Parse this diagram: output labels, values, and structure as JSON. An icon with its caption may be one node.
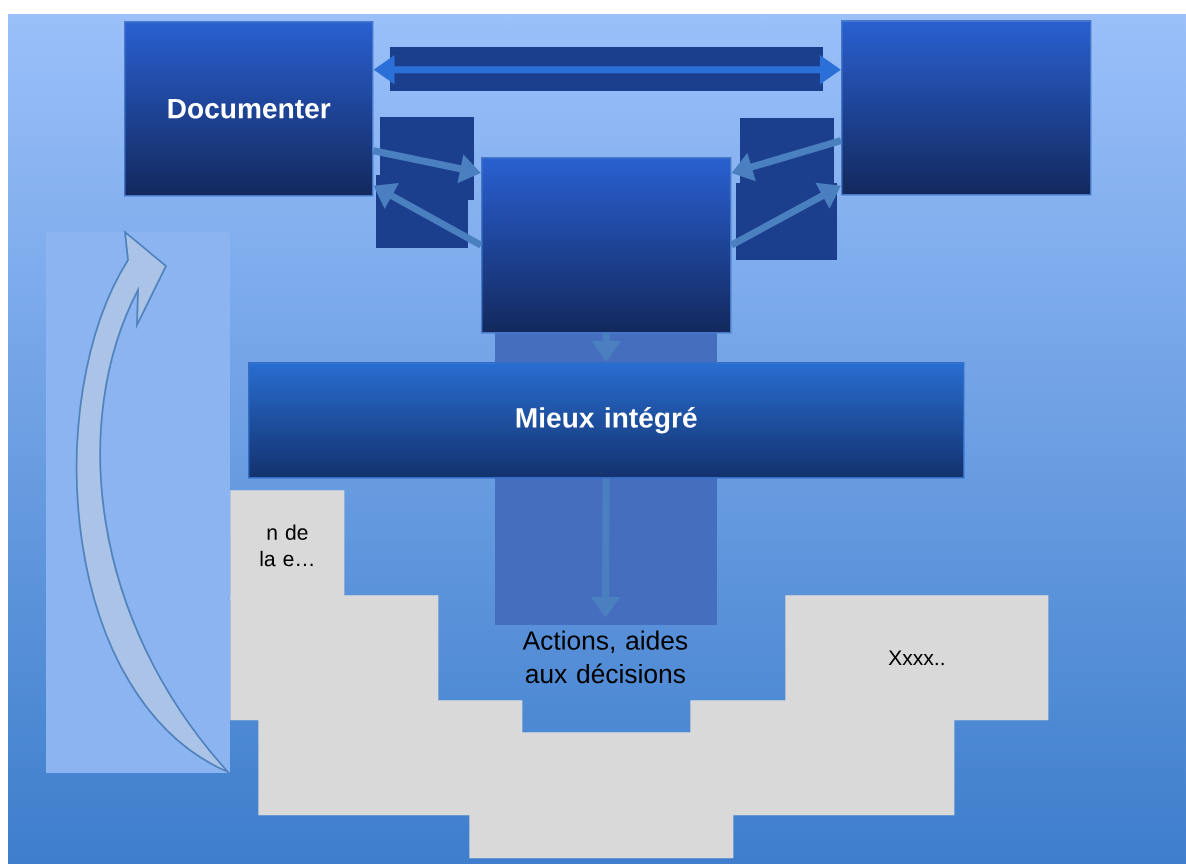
{
  "diagram": {
    "nodes": [
      {
        "text": [
          "Documenter"
        ]
      },
      {
        "text": [],
        "shape": "box"
      },
      {
        "text": [],
        "shape": "box"
      },
      {
        "text": [
          "Mieux intégré"
        ]
      },
      {
        "text": [
          "n de la e…"
        ]
      },
      {
        "text": [
          "Actions, aides aux décisions"
        ]
      },
      {
        "text": [
          "Xxxx.."
        ]
      },
      {
        "text": [],
        "shape": "box"
      },
      {
        "text": [],
        "shape": "box"
      },
      {
        "text": [],
        "shape": "box"
      },
      {
        "text": [],
        "shape": "box"
      }
    ],
    "edges": [
      {
        "from": 0,
        "to": 1,
        "arrow": "both"
      },
      {
        "from": 0,
        "to": 2,
        "arrow": "to"
      },
      {
        "from": 2,
        "to": 0,
        "arrow": "to"
      },
      {
        "from": 1,
        "to": 2,
        "arrow": "to"
      },
      {
        "from": 2,
        "to": 1,
        "arrow": "to"
      },
      {
        "from": 2,
        "to": 3,
        "arrow": "to"
      },
      {
        "from": 3,
        "to": 5,
        "arrow": "to"
      }
    ]
  }
}
